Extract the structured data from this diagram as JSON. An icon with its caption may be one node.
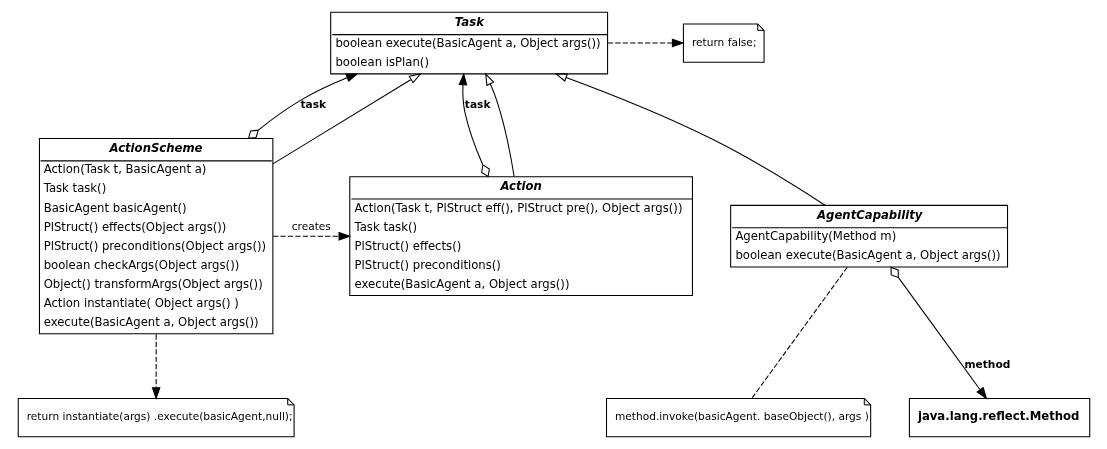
{
  "diagram": {
    "nodes": [
      {
        "text": [
          "Task",
          "boolean execute(BasicAgent a, Object args())",
          "boolean isPlan()"
        ]
      },
      {
        "text": [
          "ActionScheme",
          "Action(Task t, BasicAgent a)",
          "Task task()",
          "BasicAgent basicAgent()",
          "PlStruct() effects(Object args())",
          "PlStruct() preconditions(Object args())",
          "boolean checkArgs(Object args())",
          "Object() transformArgs(Object args())",
          "Action instantiate( Object args() )",
          "execute(BasicAgent a, Object args())"
        ]
      },
      {
        "text": [
          "Action",
          "Action(Task t, PlStruct eff(), PlStruct pre(), Object args())",
          "Task task()",
          "PlStruct() effects()",
          "PlStruct() preconditions()",
          "execute(BasicAgent a, Object args())"
        ]
      },
      {
        "text": [
          "AgentCapability",
          "AgentCapability(Method m)",
          "boolean execute(BasicAgent a, Object args())"
        ]
      },
      {
        "text": [
          "return false;"
        ]
      },
      {
        "text": [
          "return instantiate(args) .execute(basicAgent,null);"
        ]
      },
      {
        "text": [
          "method.invoke(basicAgent. baseObject(), args )"
        ]
      },
      {
        "text": [
          "java.lang.reflect.Method"
        ]
      }
    ],
    "edges": [
      {
        "from": 1,
        "to": 0,
        "arrow": "to",
        "label": "task"
      },
      {
        "from": 2,
        "to": 0,
        "arrow": "to",
        "label": "task"
      },
      {
        "from": 1,
        "to": 0,
        "arrow": "to"
      },
      {
        "from": 2,
        "to": 0,
        "arrow": "to"
      },
      {
        "from": 3,
        "to": 0,
        "arrow": "to"
      },
      {
        "from": 0,
        "to": 4,
        "arrow": "to",
        "style": "dashed"
      },
      {
        "from": 1,
        "to": 2,
        "arrow": "to",
        "label": "creates",
        "style": "dashed"
      },
      {
        "from": 1,
        "to": 5,
        "arrow": "to",
        "style": "dashed"
      },
      {
        "from": 3,
        "to": 6,
        "arrow": "none",
        "style": "dashed"
      },
      {
        "from": 3,
        "to": 7,
        "arrow": "to",
        "label": "method"
      }
    ]
  }
}
